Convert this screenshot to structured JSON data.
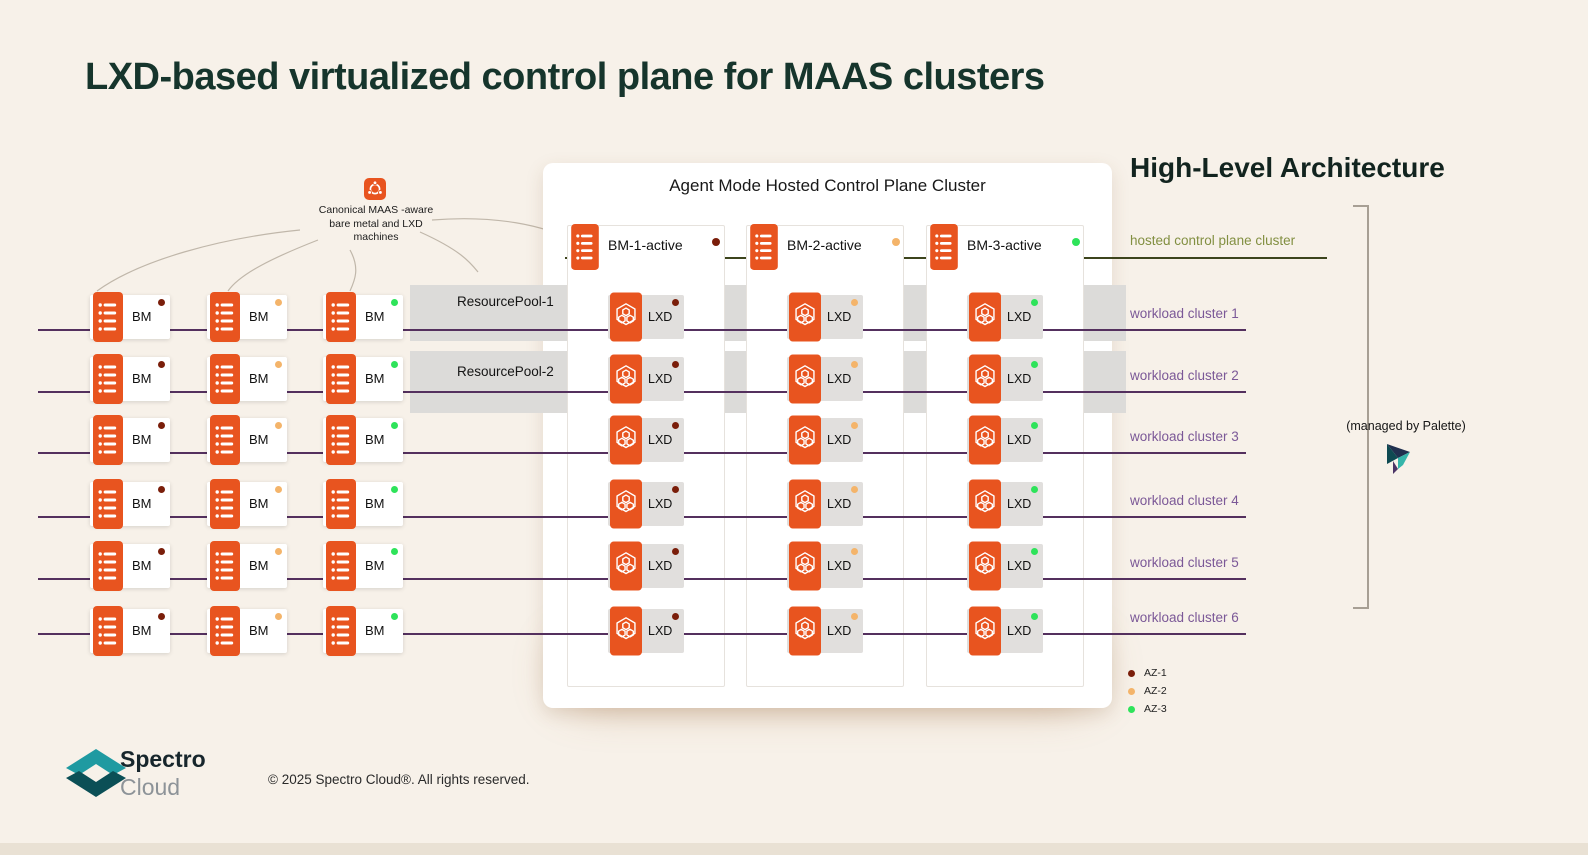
{
  "title": "LXD-based virtualized control plane for MAAS clusters",
  "architecture_heading": "High-Level Architecture",
  "callout": {
    "text": "Canonical MAAS -aware bare metal and LXD machines"
  },
  "control_plane": {
    "title": "Agent Mode Hosted Control Plane Cluster",
    "nodes": [
      {
        "label": "BM-1-active",
        "az": "AZ-1"
      },
      {
        "label": "BM-2-active",
        "az": "AZ-2"
      },
      {
        "label": "BM-3-active",
        "az": "AZ-3"
      }
    ]
  },
  "labels": {
    "bm": "BM",
    "lxd": "LXD"
  },
  "resource_pools": [
    {
      "name": "ResourcePool-1"
    },
    {
      "name": "ResourcePool-2"
    }
  ],
  "cluster_labels": {
    "hosted": "hosted control plane cluster",
    "workload": [
      "workload cluster 1",
      "workload cluster 2",
      "workload cluster 3",
      "workload cluster 4",
      "workload cluster 5",
      "workload cluster 6"
    ]
  },
  "managed_by": "(managed by Palette)",
  "legend": {
    "items": [
      {
        "label": "AZ-1",
        "color": "#7a1e0a"
      },
      {
        "label": "AZ-2",
        "color": "#f4b46a"
      },
      {
        "label": "AZ-3",
        "color": "#2ee35a"
      }
    ]
  },
  "colors": {
    "background": "#f7f1e9",
    "accent_orange": "#E8541F",
    "workload_line": "#54305e",
    "hosted_line": "#3c441c",
    "workload_label": "#7b5897",
    "hosted_label": "#828f41",
    "title_text": "#16352c",
    "lxd_box_gray": "#e1dfdd"
  },
  "footer": {
    "brand_line1": "Spectro",
    "brand_line2": "Cloud",
    "copyright": "© 2025 Spectro Cloud®. All rights reserved."
  }
}
